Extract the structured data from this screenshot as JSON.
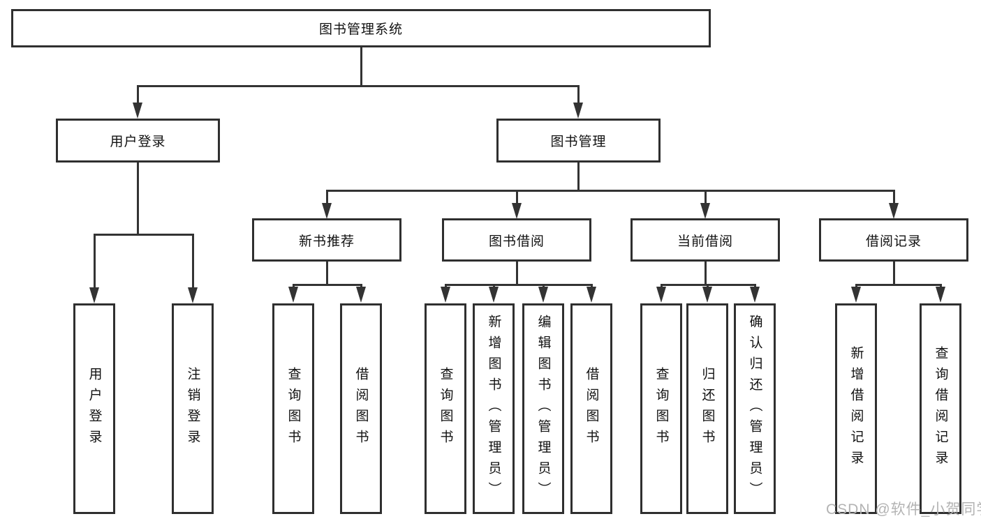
{
  "diagram": {
    "watermark": "CSDN @软件_小贺同学",
    "colors": {
      "line": "#333333",
      "border": "#2f2f2f",
      "text": "#111111",
      "watermark": "#b3b3b3",
      "background": "#ffffff"
    },
    "tree": {
      "root": {
        "label": "图书管理系统"
      },
      "level2": [
        {
          "label": "用户登录",
          "children": [
            "用户登录",
            "注销登录"
          ]
        },
        {
          "label": "图书管理"
        }
      ],
      "level3": [
        {
          "label": "新书推荐",
          "children": [
            "查询图书",
            "借阅图书"
          ]
        },
        {
          "label": "图书借阅",
          "children": [
            "查询图书",
            "新增图书（管理员）",
            "编辑图书（管理员）",
            "借阅图书"
          ]
        },
        {
          "label": "当前借阅",
          "children": [
            "查询图书",
            "归还图书",
            "确认归还（管理员）"
          ]
        },
        {
          "label": "借阅记录",
          "children": [
            "新增借阅记录",
            "查询借阅记录"
          ]
        }
      ]
    }
  }
}
